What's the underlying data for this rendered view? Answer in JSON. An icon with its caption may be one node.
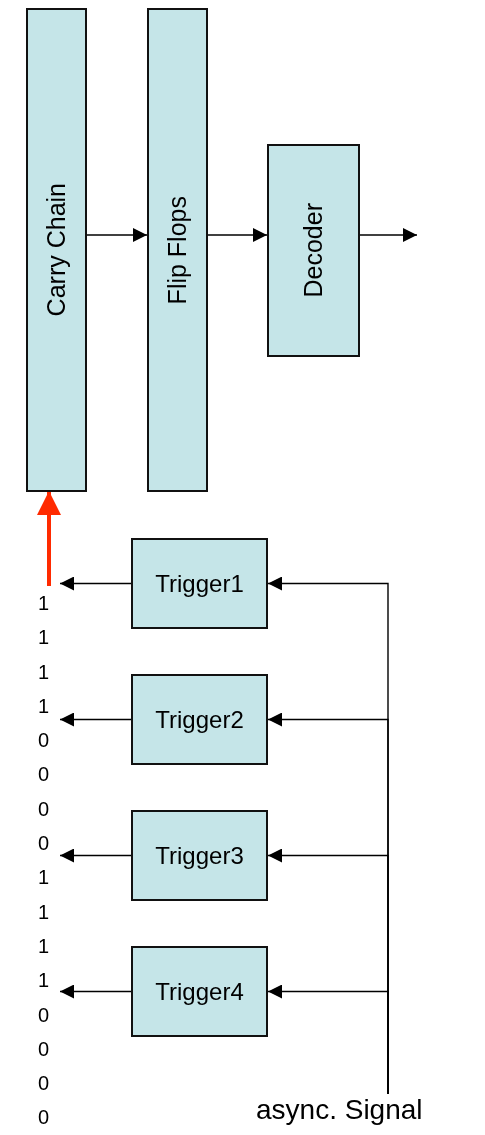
{
  "diagram": {
    "nodes": [
      {
        "text": [
          "Carry Chain"
        ]
      },
      {
        "text": [
          "Flip Flops"
        ]
      },
      {
        "text": [
          "Decoder"
        ]
      },
      {
        "text": [
          "Trigger1"
        ]
      },
      {
        "text": [
          "Trigger2"
        ]
      },
      {
        "text": [
          "Trigger3"
        ]
      },
      {
        "text": [
          "Trigger4"
        ]
      },
      {
        "text": [
          "async. Signal"
        ]
      },
      {
        "text": [
          "1 1 1 1 0 0 0 0 1 1 1 1 0 0 0 0"
        ]
      }
    ],
    "edges": [
      {
        "from": 0,
        "to": 1,
        "arrow": "to"
      },
      {
        "from": 1,
        "to": 2,
        "arrow": "to"
      },
      {
        "from": 2,
        "to": null,
        "arrow": "to"
      },
      {
        "from": 8,
        "to": 0,
        "arrow": "to",
        "style": "thick",
        "color": "#ff2a00"
      },
      {
        "from": 3,
        "to": 8,
        "arrow": "to"
      },
      {
        "from": 4,
        "to": 8,
        "arrow": "to"
      },
      {
        "from": 5,
        "to": 8,
        "arrow": "to"
      },
      {
        "from": 6,
        "to": 8,
        "arrow": "to"
      },
      {
        "from": 7,
        "to": 3,
        "arrow": "to"
      },
      {
        "from": 7,
        "to": 4,
        "arrow": "to"
      },
      {
        "from": 7,
        "to": 5,
        "arrow": "to"
      },
      {
        "from": 7,
        "to": 6,
        "arrow": "to"
      }
    ]
  }
}
